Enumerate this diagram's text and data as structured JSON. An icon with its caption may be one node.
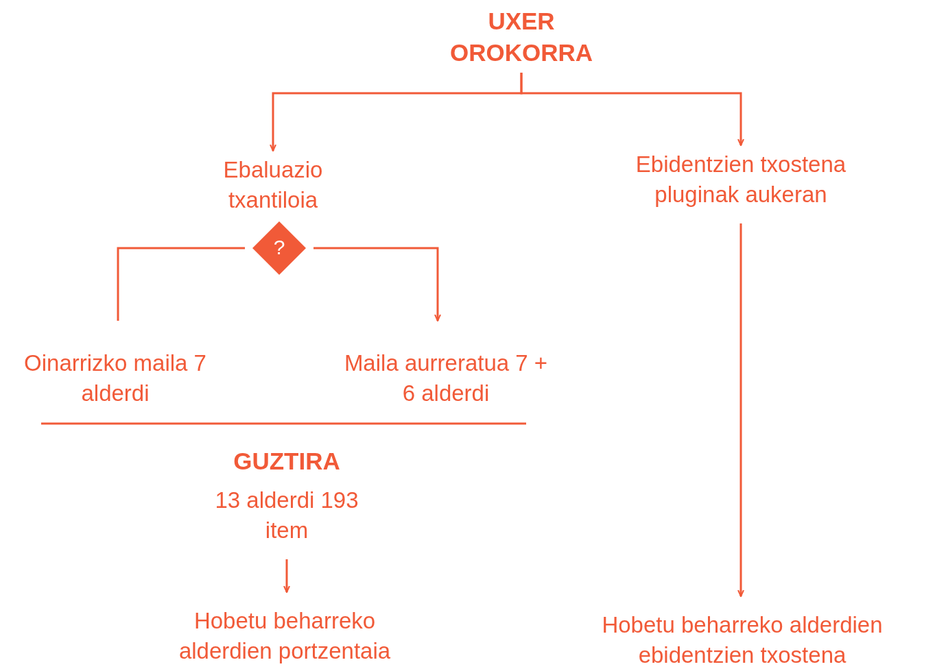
{
  "diagram": {
    "nodes": [
      {
        "text": [
          "UXER OROKORRA"
        ]
      },
      {
        "text": [
          "Ebaluazio txantiloia"
        ]
      },
      {
        "text": [
          "Ebidentzien txostena",
          "pluginak aukeran"
        ]
      },
      {
        "text": [
          "?"
        ]
      },
      {
        "text": [
          "Oinarrizko maila 7 alderdi"
        ]
      },
      {
        "text": [
          "Maila aurreratua 7 + 6 alderdi"
        ]
      },
      {
        "text": [
          "GUZTIRA",
          "13 alderdi 193 item"
        ]
      },
      {
        "text": [
          "Hobetu beharreko alderdien portzentaia"
        ]
      },
      {
        "text": [
          "Hobetu beharreko alderdien ebidentzien txostena"
        ]
      }
    ],
    "edges": [
      {
        "from": 0,
        "to": 1,
        "arrow": "to"
      },
      {
        "from": 0,
        "to": 2,
        "arrow": "to"
      },
      {
        "from": 3,
        "to": 4,
        "arrow": "none"
      },
      {
        "from": 3,
        "to": 5,
        "arrow": "to"
      },
      {
        "from": 6,
        "to": 7,
        "arrow": "to"
      },
      {
        "from": 2,
        "to": 8,
        "arrow": "to"
      }
    ]
  }
}
